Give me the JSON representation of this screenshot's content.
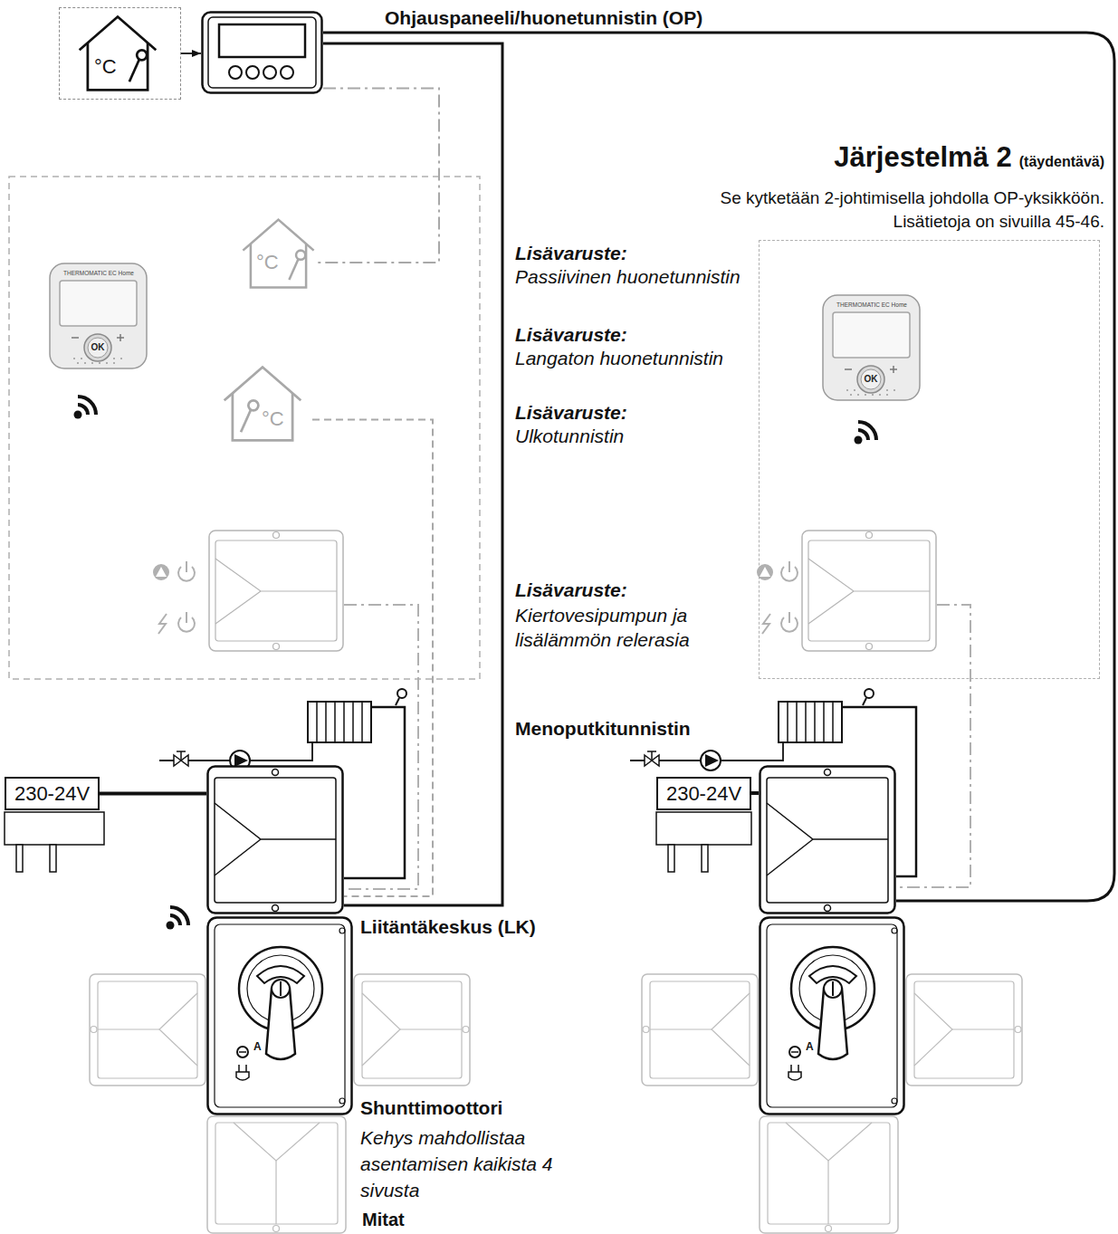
{
  "diagram": {
    "nodes": [
      {
        "text": [
          "°C"
        ]
      },
      {
        "text": [
          "Ohjauspaneeli/huonetunnistin (OP)"
        ]
      },
      {
        "text": [
          "THERMOMATIC EC Home",
          "OK"
        ]
      },
      {
        "text": [
          "°C"
        ]
      },
      {
        "text": [
          "°C"
        ]
      },
      {
        "text": [
          "Järjestelmä 2",
          "(täydentävä)",
          "Se kytketään 2-johtimisella johdolla OP-yksikköön. Lisätietoja on sivuilla 45-46."
        ]
      },
      {
        "text": [
          "THERMOMATIC EC Home",
          "OK"
        ],
        "in": 5
      },
      {
        "text": [
          "230-24V"
        ]
      },
      {
        "text": [
          "Liitäntäkeskus (LK)"
        ]
      },
      {
        "text": [
          "Shunttimoottori",
          "Kehys mahdollistaa asentamisen kaikista 4 sivusta"
        ]
      },
      {
        "text": [
          "230-24V"
        ]
      }
    ],
    "edges": [
      {
        "from": 0,
        "to": 1,
        "arrow": "to"
      },
      {
        "from": 1,
        "to": 3,
        "arrow": "none"
      },
      {
        "from": 1,
        "to": 8,
        "arrow": "none"
      },
      {
        "from": 4,
        "to": 8,
        "arrow": "none"
      },
      {
        "from": 7,
        "to": 8,
        "arrow": "none"
      }
    ],
    "labels": [
      "Lisävaruste:",
      "Passiivinen huonetunnistin",
      "Lisävaruste:",
      "Langaton huonetunnistin",
      "Lisävaruste:",
      "Ulkotunnistin",
      "Lisävaruste:",
      "Kiertovesipumpun ja lisälämmön relerasia",
      "Menoputkitunnistin",
      "A",
      "A",
      "Mitat"
    ]
  }
}
